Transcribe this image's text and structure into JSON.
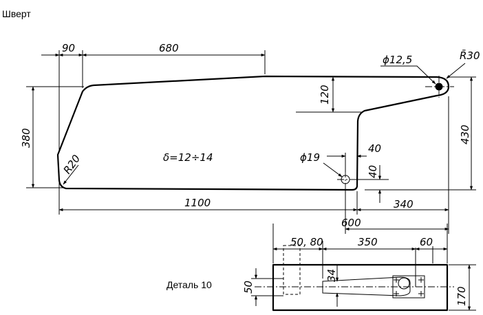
{
  "title": "Шверт",
  "detail_label": "Деталь 10",
  "thickness_note": "δ=12÷14",
  "dims": {
    "d90": "90",
    "d680": "680",
    "d120": "120",
    "d380": "380",
    "d430": "430",
    "d1100": "1100",
    "d600": "600",
    "d340": "340",
    "d40a": "40",
    "d40b": "40",
    "phi19": "ϕ19",
    "phi125": "ϕ12,5",
    "r30": "R̄30",
    "r20": "R20",
    "d50_80": "50, 80",
    "d350": "350",
    "d60": "60",
    "d50": "50",
    "d34": "34",
    "d170": "170"
  }
}
